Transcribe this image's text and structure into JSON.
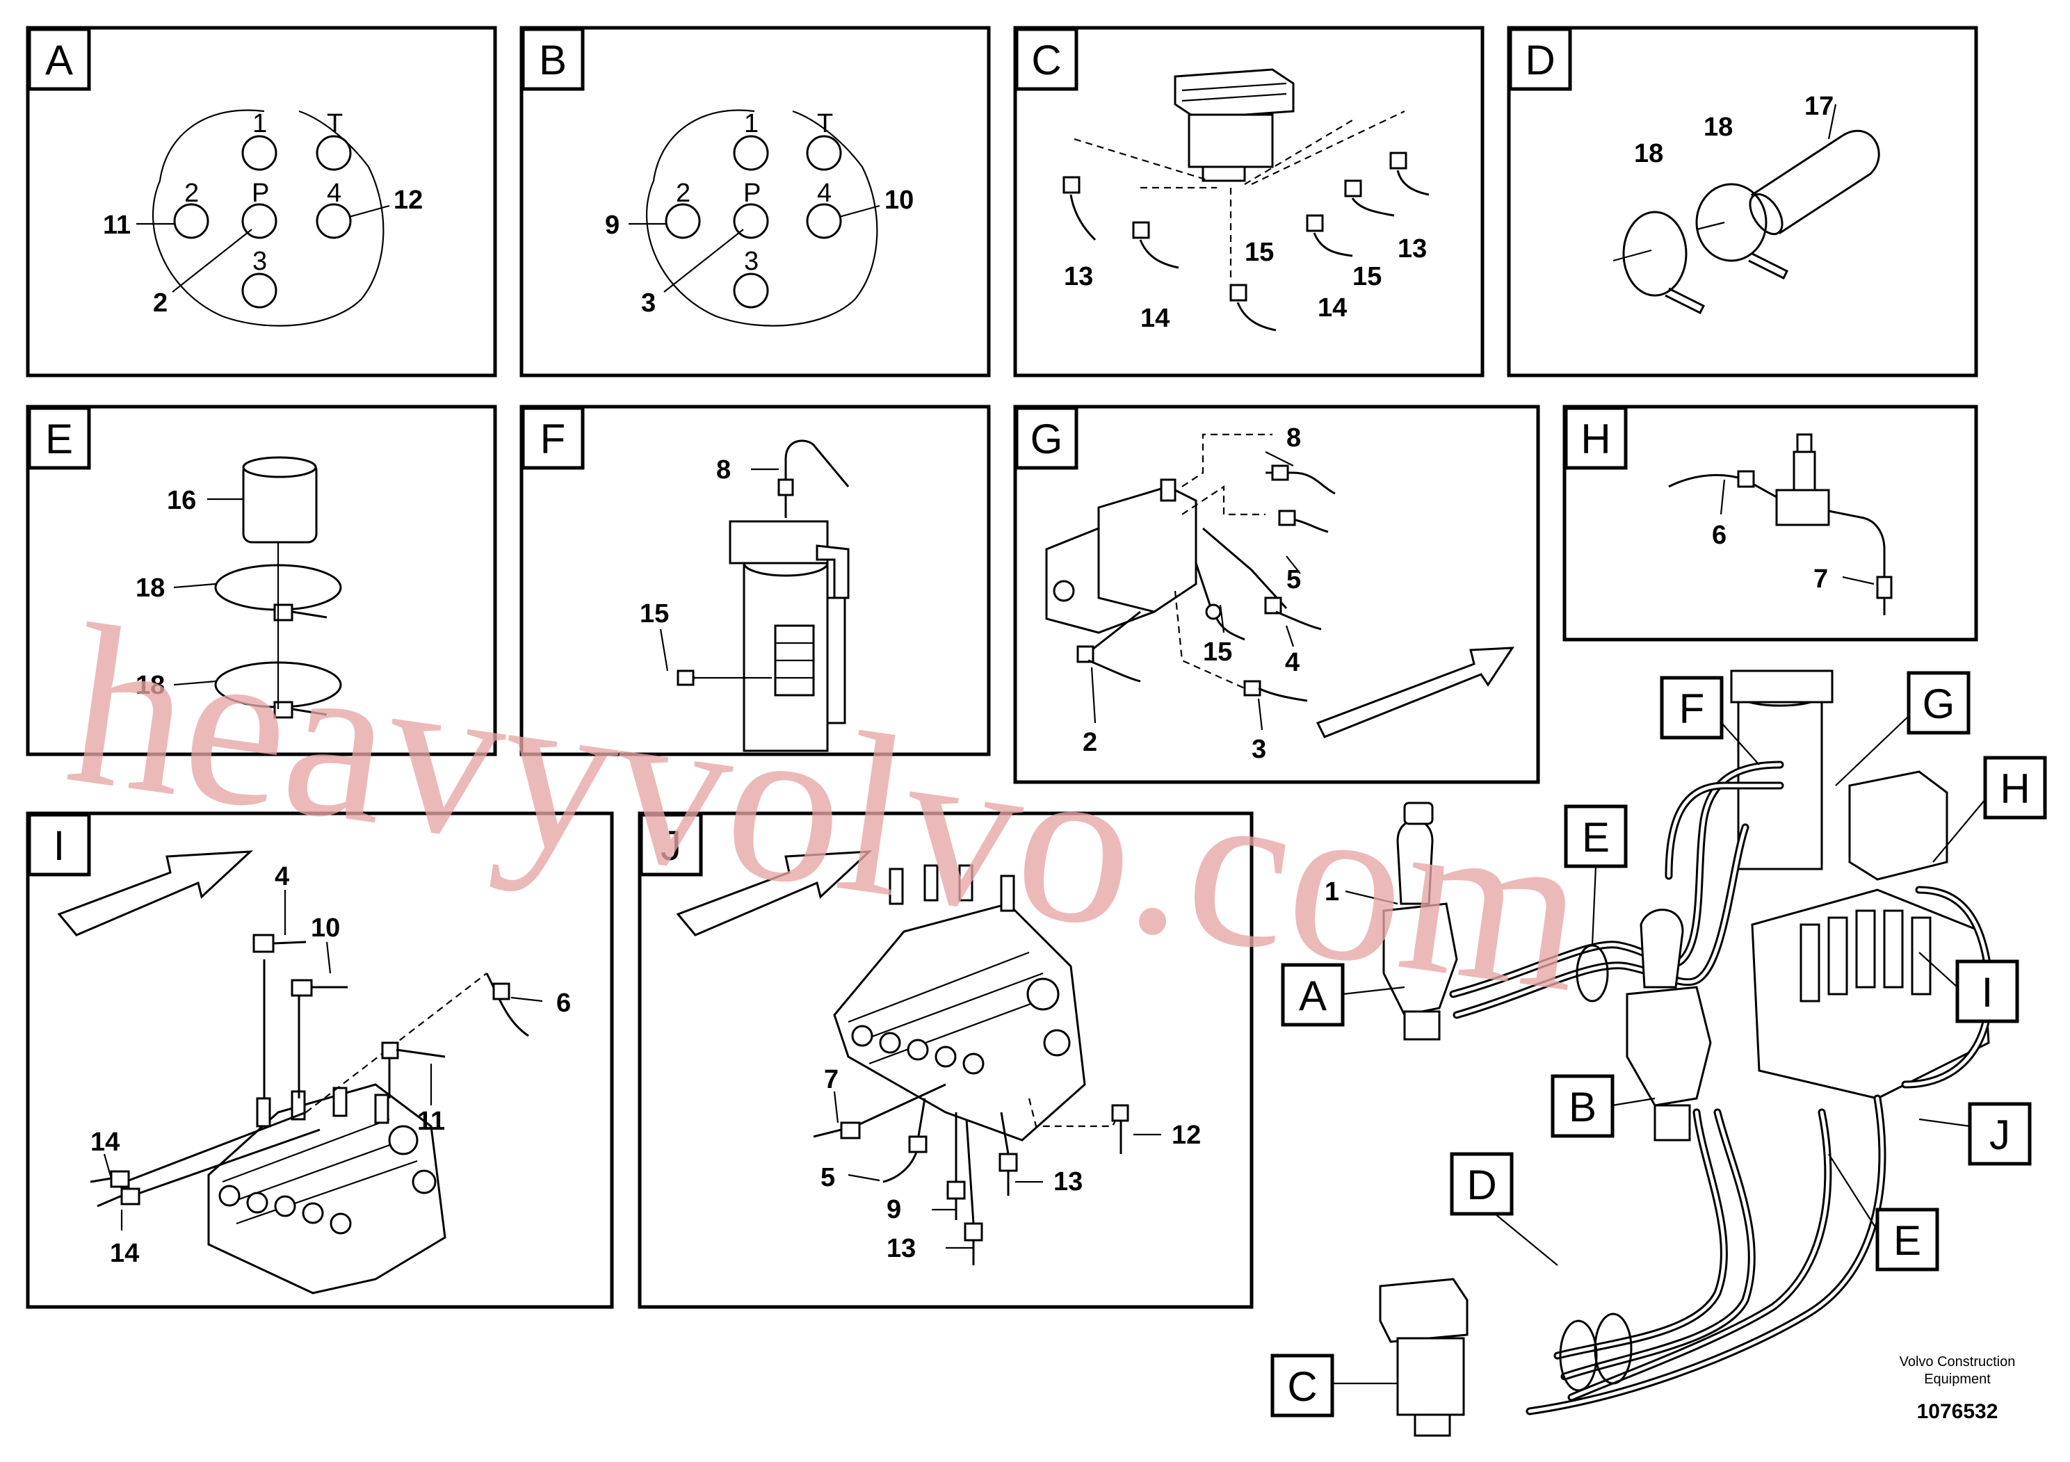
{
  "panels": [
    {
      "id": "A",
      "callouts": [
        "T",
        "1",
        "2",
        "P",
        "4",
        "3",
        "11",
        "12",
        "2"
      ]
    },
    {
      "id": "B",
      "callouts": [
        "T",
        "1",
        "2",
        "P",
        "4",
        "3",
        "9",
        "10",
        "3"
      ]
    },
    {
      "id": "C",
      "callouts": [
        "13",
        "14",
        "15",
        "14",
        "15",
        "13"
      ]
    },
    {
      "id": "D",
      "callouts": [
        "18",
        "18",
        "17"
      ]
    },
    {
      "id": "E",
      "callouts": [
        "16",
        "18",
        "18"
      ]
    },
    {
      "id": "F",
      "callouts": [
        "8",
        "15"
      ]
    },
    {
      "id": "G",
      "callouts": [
        "8",
        "5",
        "15",
        "4",
        "2",
        "3"
      ]
    },
    {
      "id": "H",
      "callouts": [
        "6",
        "7"
      ]
    },
    {
      "id": "I",
      "callouts": [
        "4",
        "10",
        "6",
        "11",
        "14",
        "14"
      ]
    },
    {
      "id": "J",
      "callouts": [
        "7",
        "12",
        "5",
        "9",
        "13",
        "13"
      ]
    }
  ],
  "overview_tags": {
    "F": "F",
    "G": "G",
    "H": "H",
    "E_top": "E",
    "I": "I",
    "A": "A",
    "B": "B",
    "J": "J",
    "D": "D",
    "E_bottom": "E",
    "C": "C",
    "one": "1"
  },
  "footer": {
    "company_line1": "Volvo Construction",
    "company_line2": "Equipment",
    "doc_number": "1076532"
  },
  "watermark": {
    "line1": "heavyvolvo.com"
  }
}
